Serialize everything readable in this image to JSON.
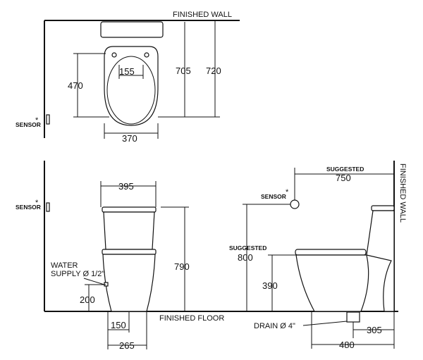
{
  "labels": {
    "finished_wall_top": "FINISHED WALL",
    "finished_wall_side": "FINISHED WALL",
    "finished_floor": "FINISHED FLOOR",
    "sensor": "SENSOR",
    "sensor_mark": "*",
    "water_supply_line1": "WATER",
    "water_supply_line2": "SUPPLY Ø 1/2\"",
    "suggested": "SUGGESTED",
    "drain": "DRAIN Ø 4\""
  },
  "dimensions": {
    "top_seat_hinge": "155",
    "top_bowl_depth": "470",
    "top_width": "370",
    "top_depth_705": "705",
    "top_depth_720": "720",
    "front_tank_width": "395",
    "front_height": "790",
    "front_supply_height": "200",
    "front_base_150": "150",
    "front_base_265": "265",
    "side_sensor_dist": "750",
    "side_sensor_height": "800",
    "side_seat_height": "390",
    "side_rough_in": "305",
    "side_depth": "480"
  }
}
